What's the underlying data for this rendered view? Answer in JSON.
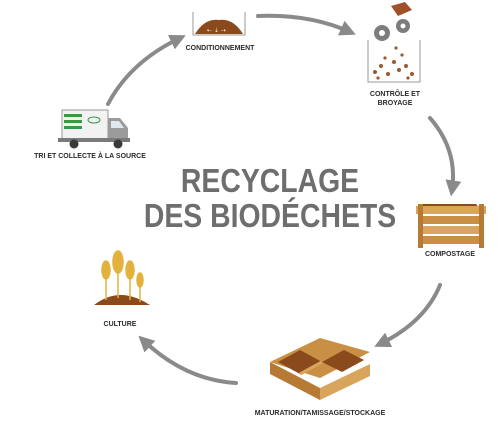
{
  "diagram": {
    "title_line1": "RECYCLAGE",
    "title_line2": "DES BIODÉCHETS",
    "steps": [
      {
        "id": "conditionnement",
        "label": "CONDITIONNEMENT",
        "icon": "soil-tray-icon"
      },
      {
        "id": "controle",
        "label": "CONTRÔLE ET",
        "label2": "BROYAGE",
        "icon": "grinder-gears-icon"
      },
      {
        "id": "compostage",
        "label": "COMPOSTAGE",
        "icon": "compost-crate-icon"
      },
      {
        "id": "maturation",
        "label": "MATURATION/TAMISSAGE/STOCKAGE",
        "icon": "storage-bins-icon"
      },
      {
        "id": "culture",
        "label": "CULTURE",
        "icon": "wheat-icon"
      },
      {
        "id": "tri",
        "label": "TRI ET COLLECTE À LA SOURCE",
        "icon": "collection-truck-icon"
      }
    ],
    "colors": {
      "arrow": "#8a8a8a",
      "title": "#6e6e6e",
      "soil": "#8b4a1c",
      "wood": "#d9a55c",
      "wheat": "#e3b23c",
      "truck_green": "#3a9a4a"
    }
  }
}
